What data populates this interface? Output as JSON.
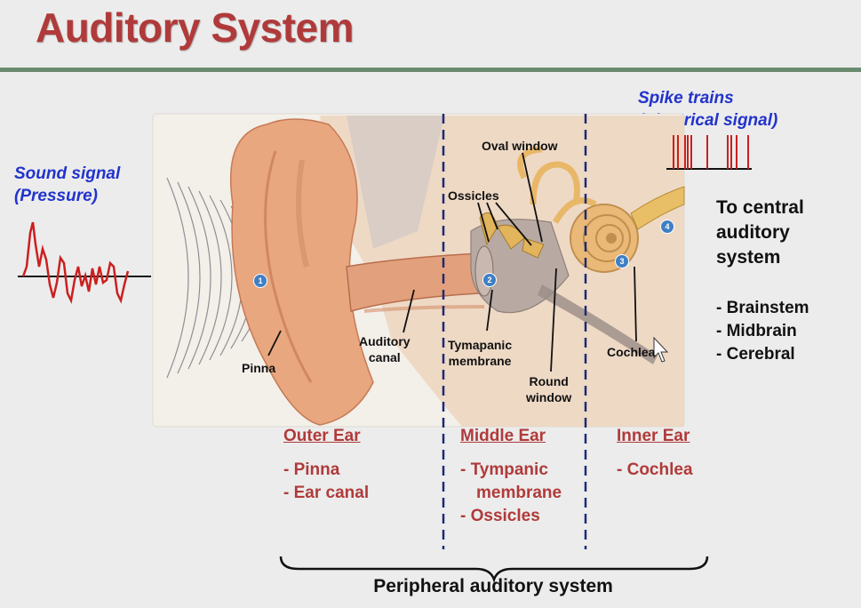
{
  "title": "Auditory System",
  "colors": {
    "title": "#b03a3a",
    "accent_blue": "#2233cc",
    "signal_red": "#cc1f1f",
    "divider": "#1b2a7a",
    "rule": "#6b8b70"
  },
  "sound_signal": {
    "line1": "Sound signal",
    "line2": "(Pressure)"
  },
  "spike_trains": {
    "line1": "Spike trains",
    "line2": "(Electrical signal)"
  },
  "central": {
    "lines": [
      "To central",
      "auditory",
      "system"
    ],
    "targets": [
      "- Brainstem",
      "- Midbrain",
      "- Cerebral"
    ]
  },
  "diagram_labels": {
    "pinna": "Pinna",
    "auditory_canal": [
      "Auditory",
      "canal"
    ],
    "ossicles": "Ossicles",
    "oval_window": "Oval window",
    "tympanic_membrane": [
      "Tymapanic",
      "membrane"
    ],
    "round_window": [
      "Round",
      "window"
    ],
    "cochlea": "Cochlea"
  },
  "badges": [
    "1",
    "2",
    "3",
    "4"
  ],
  "sections": {
    "outer": {
      "title": "Outer Ear",
      "items": [
        "- Pinna",
        "- Ear canal"
      ]
    },
    "middle": {
      "title": "Middle Ear",
      "items": [
        "- Tympanic",
        "membrane",
        "- Ossicles"
      ]
    },
    "inner": {
      "title": "Inner Ear",
      "items": [
        "- Cochlea"
      ]
    }
  },
  "peripheral": "Peripheral auditory system"
}
